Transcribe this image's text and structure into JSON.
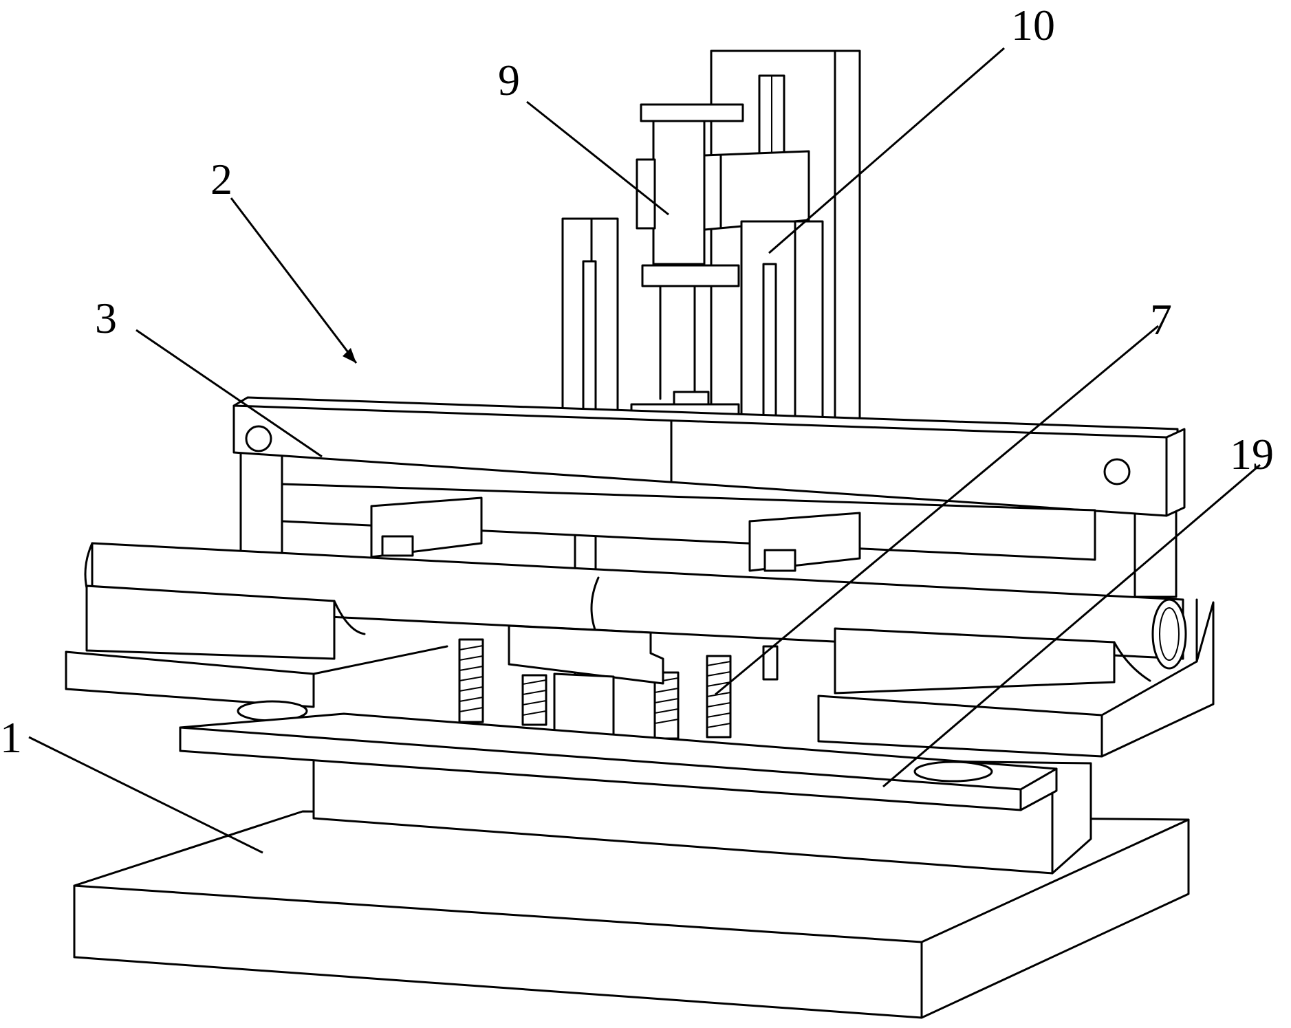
{
  "figure": {
    "labels": [
      {
        "id": "1",
        "text": "1"
      },
      {
        "id": "2",
        "text": "2"
      },
      {
        "id": "3",
        "text": "3"
      },
      {
        "id": "7",
        "text": "7"
      },
      {
        "id": "9",
        "text": "9"
      },
      {
        "id": "10",
        "text": "10"
      },
      {
        "id": "19",
        "text": "19"
      }
    ]
  }
}
